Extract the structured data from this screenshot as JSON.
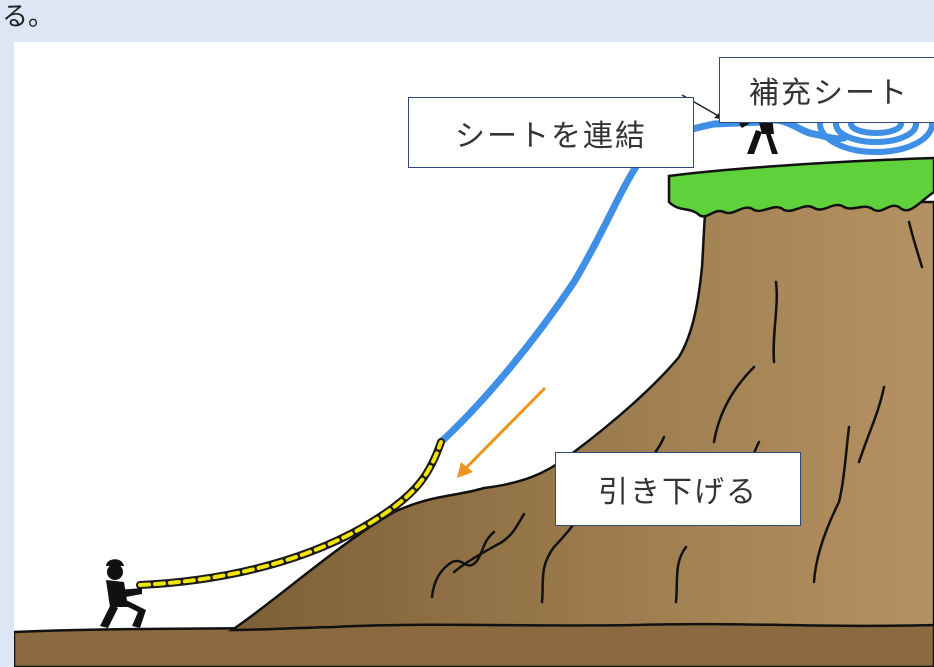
{
  "header": {
    "text": "る。"
  },
  "labels": {
    "connect_sheet": "シートを連結",
    "supply_sheet": "補充シート",
    "pull_down": "引き下げる"
  },
  "colors": {
    "background": "#dde6f4",
    "sheet": "#3f8fe6",
    "rope_yellow": "#f2e600",
    "rope_dark": "#1b1b1b",
    "cliff": "#8a6a3e",
    "grass": "#5fd13a",
    "arrow": "#f0921e",
    "box_border": "#2f4a7a"
  },
  "icons": [
    "worker-top-icon",
    "worker-bottom-icon",
    "sheet-roll-icon"
  ]
}
